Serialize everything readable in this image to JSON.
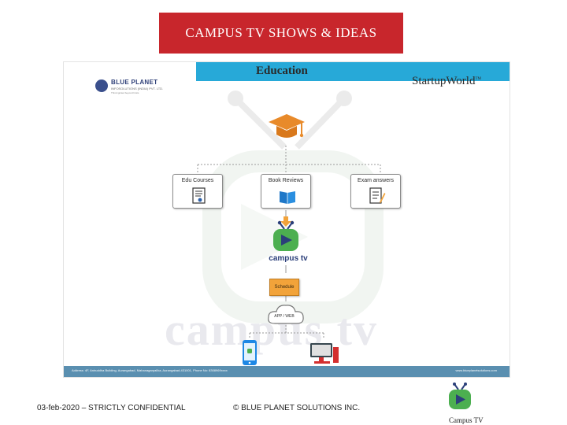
{
  "slide": {
    "title": "CAMPUS TV SHOWS & IDEAS",
    "footer_date": "03-feb-2020 – STRICTLY CONFIDENTIAL",
    "footer_copyright": "© BLUE PLANET SOLUTIONS INC.",
    "corner_label": "Campus TV"
  },
  "infographic": {
    "banner_title": "Education",
    "brand_left": {
      "name": "BLUE PLANET",
      "sub": "INFOSOLUTIONS (INDIA) PVT. LTD.",
      "tag": "Think ignited beyond limits"
    },
    "brand_right": {
      "name": "StartupWorld",
      "tm": "TM"
    },
    "cards": [
      {
        "label": "Edu Courses",
        "icon": "certificate-icon"
      },
      {
        "label": "Book Reviews",
        "icon": "open-book-icon"
      },
      {
        "label": "Exam answers",
        "icon": "exam-paper-icon"
      }
    ],
    "center_logo": "campus tv",
    "schedule": "Schedule",
    "app_web": "APP / WEB",
    "watermark": "campus tv",
    "footer_address": "Address: 4F, Aniruddha Building, Aurangabad, Mahanagarpalika, Aurangabad-431001, Phone No: 8308969xxxx",
    "footer_web": "www.blueplanetsolutions.com"
  },
  "colors": {
    "title_bg": "#c8262c",
    "banner": "#27a9d8",
    "accent_orange": "#f2a33a",
    "campus_green": "#4caf50",
    "campus_blue": "#2b3f7a",
    "footer_strip": "#5a8fb0"
  }
}
